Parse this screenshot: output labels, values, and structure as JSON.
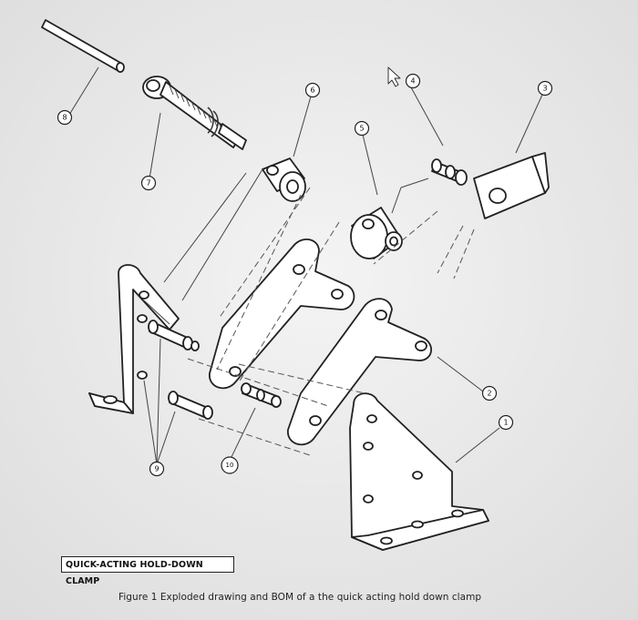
{
  "diagram": {
    "title_block": "QUICK-ACTING HOLD-DOWN CLAMP",
    "caption": "Figure 1 Exploded drawing and BOM of a the quick acting hold down clamp",
    "callouts": [
      "1",
      "2",
      "3",
      "4",
      "5",
      "6",
      "7",
      "8",
      "9",
      "10"
    ]
  },
  "colors": {
    "paper": "#e9e9e9",
    "ink": "#222222"
  },
  "icons": {
    "cursor": "mouse-pointer-icon"
  }
}
